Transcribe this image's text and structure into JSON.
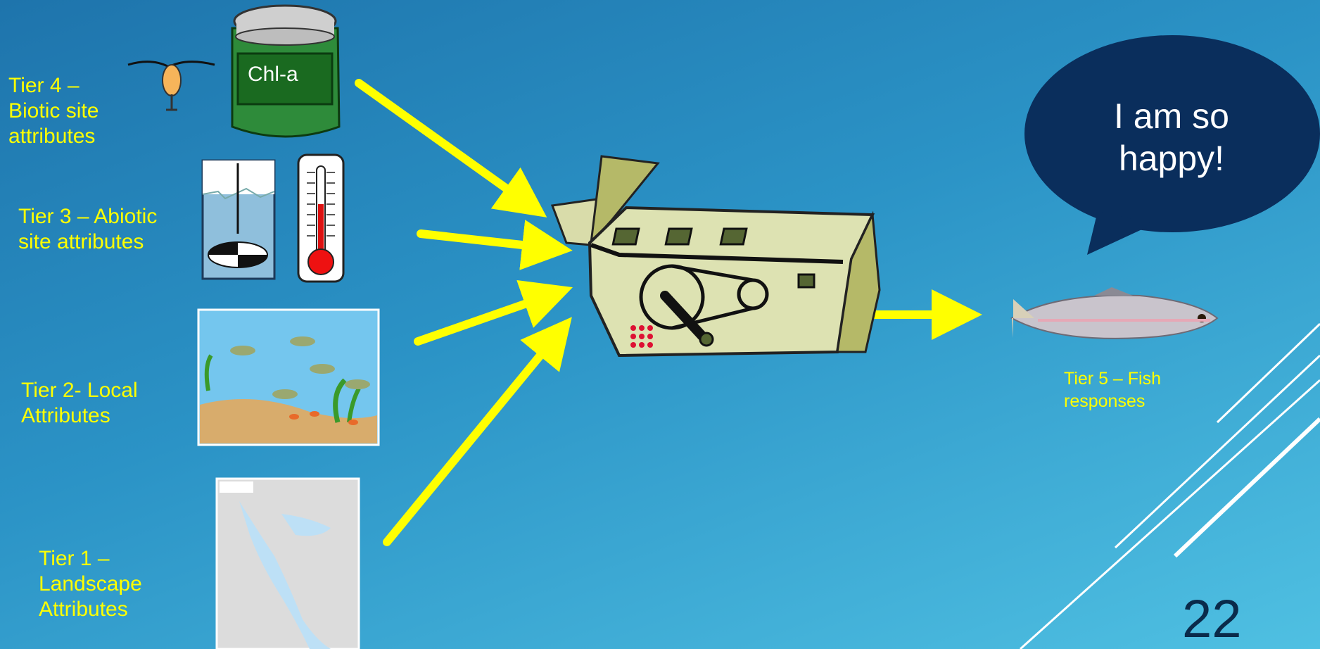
{
  "slide": {
    "tiers": [
      {
        "label": "Tier 4 –\nBiotic site\nattributes"
      },
      {
        "label": "Tier 3 – Abiotic\nsite attributes"
      },
      {
        "label": "Tier 2- Local\nAttributes"
      },
      {
        "label": "Tier 1 –\nLandscape\nAttributes"
      }
    ],
    "output_label": "Tier 5 – Fish\nresponses",
    "speech_bubble": "I am so\nhappy!",
    "jar_label": "Chl-a",
    "slide_number": "22",
    "colors": {
      "label_text": "#ffff00",
      "arrows": "#ffff00",
      "bubble_fill": "#0a2e5c",
      "background_top": "#1e74ac",
      "background_bottom": "#4fc0e2"
    },
    "icons": [
      "zooplankton-icon",
      "chlorophyll-jar-icon",
      "secchi-disk-icon",
      "thermometer-icon",
      "aquarium-fish-icon",
      "bay-map-icon",
      "machine-icon",
      "fish-icon"
    ]
  }
}
